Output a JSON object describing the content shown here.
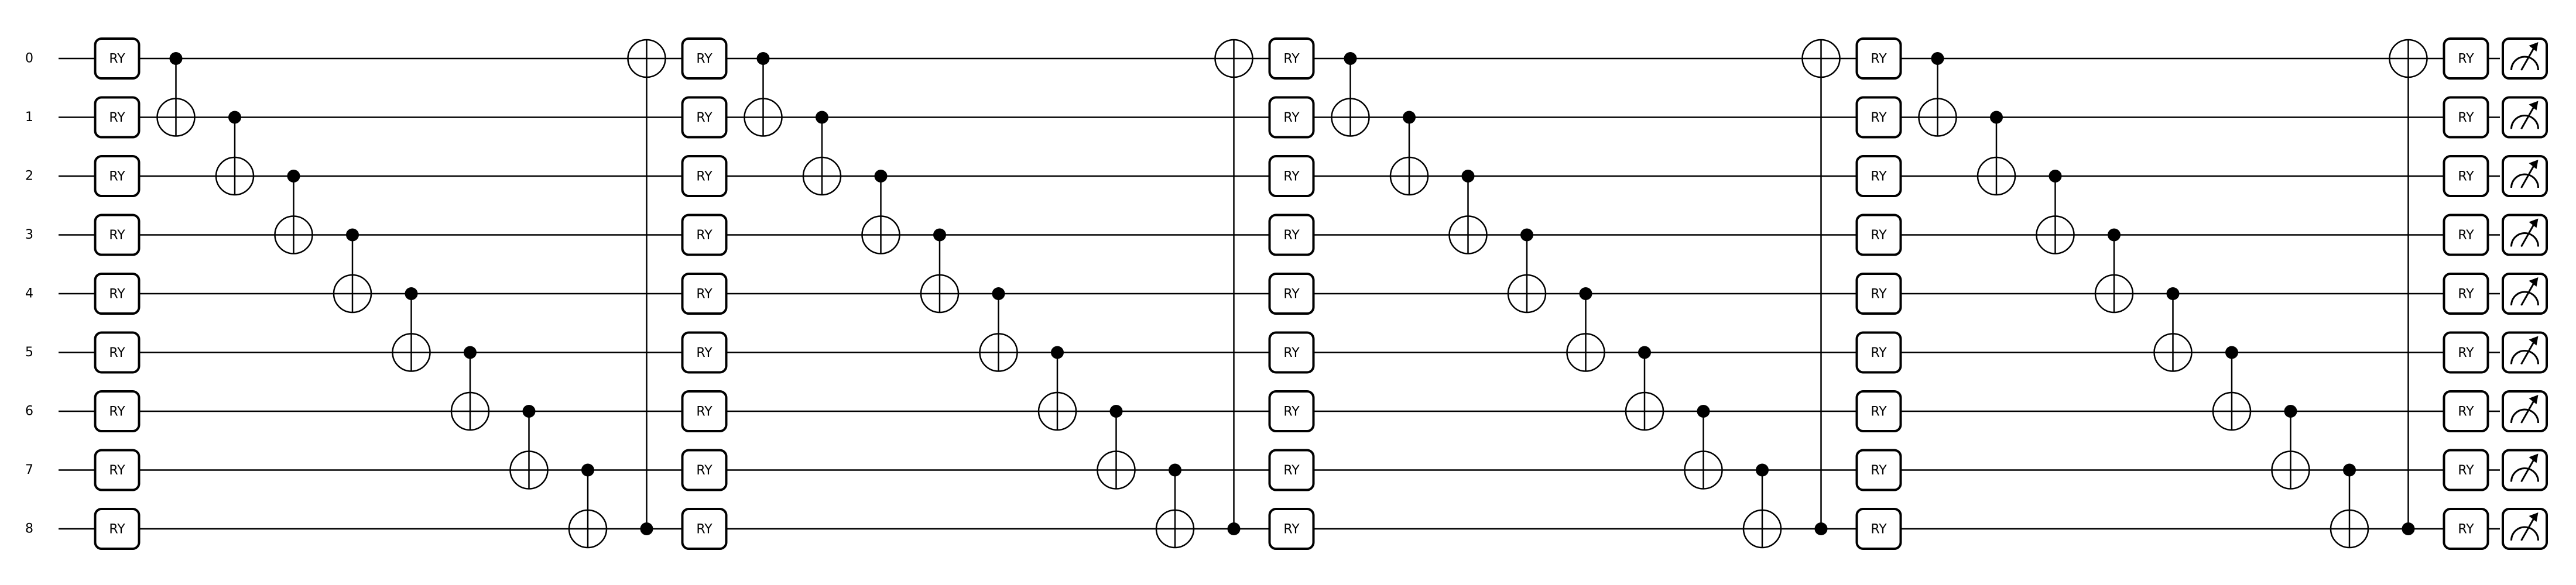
{
  "circuit": {
    "num_qubits": 9,
    "qubit_labels": [
      "0",
      "1",
      "2",
      "3",
      "4",
      "5",
      "6",
      "7",
      "8"
    ],
    "rotation_gate_label": "RY",
    "num_layers": 4,
    "entanglement": "circular",
    "ops": [
      {
        "type": "layer",
        "gate": "RY"
      },
      {
        "type": "cnot_chain"
      },
      {
        "type": "cnot",
        "control": 8,
        "target": 0
      },
      {
        "type": "layer",
        "gate": "RY"
      },
      {
        "type": "cnot_chain"
      },
      {
        "type": "cnot",
        "control": 8,
        "target": 0
      },
      {
        "type": "layer",
        "gate": "RY"
      },
      {
        "type": "cnot_chain"
      },
      {
        "type": "cnot",
        "control": 8,
        "target": 0
      },
      {
        "type": "layer",
        "gate": "RY"
      },
      {
        "type": "cnot_chain"
      },
      {
        "type": "cnot",
        "control": 8,
        "target": 0
      },
      {
        "type": "layer",
        "gate": "RY"
      },
      {
        "type": "measure_all"
      }
    ]
  }
}
